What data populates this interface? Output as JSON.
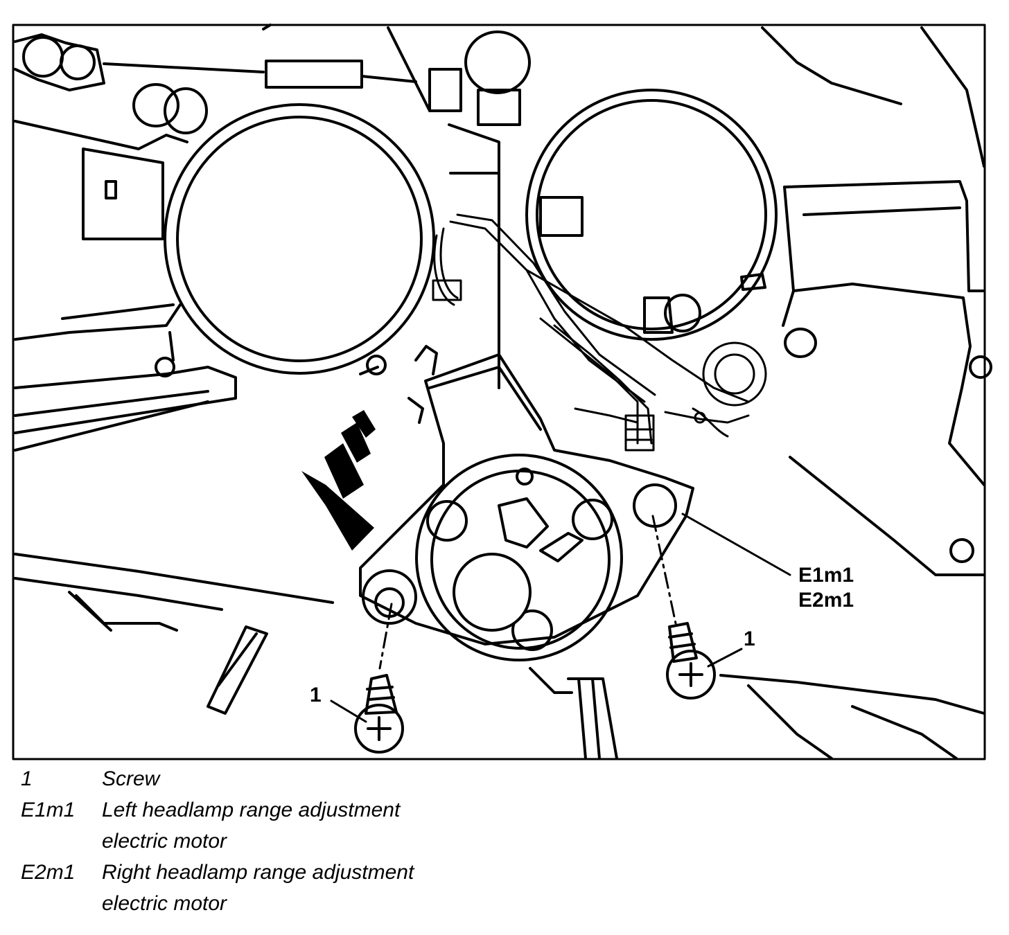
{
  "callouts": {
    "e1m1": "E1m1",
    "e2m1": "E2m1",
    "screw_left": "1",
    "screw_right": "1"
  },
  "legend": [
    {
      "key": "1",
      "line1": "Screw",
      "line2": ""
    },
    {
      "key": "E1m1",
      "line1": "Left headlamp range adjustment",
      "line2": "electric motor"
    },
    {
      "key": "E2m1",
      "line1": "Right headlamp range adjustment",
      "line2": "electric motor"
    }
  ]
}
